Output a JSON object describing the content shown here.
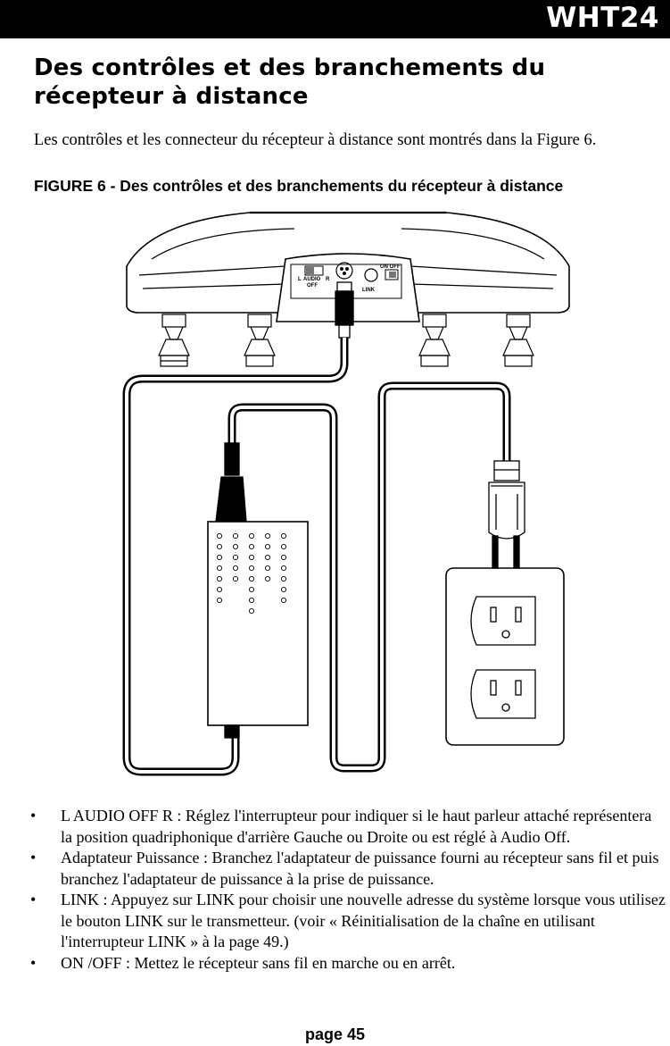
{
  "header": {
    "model": "WHT24"
  },
  "title": "Des contrôles et des branchements du récepteur à distance",
  "intro": "Les contrôles et les connecteur du récepteur à distance sont montrés dans la Figure 6.",
  "figure": {
    "caption": "FIGURE 6 - Des contrôles et des branchements du  récepteur à distance",
    "labels": {
      "left": "L",
      "audio": "AUDIO",
      "off": "OFF",
      "right": "R",
      "on_off": "ON OFF",
      "link": "LINK"
    }
  },
  "bullets": [
    "L AUDIO OFF R : Réglez l'interrupteur pour indiquer si le haut parleur attaché représentera la position quadriphonique d'arrière Gauche ou Droite ou est réglé à Audio Off.",
    "Adaptateur Puissance : Branchez l'adaptateur de puissance fourni au récepteur sans fil et puis branchez l'adaptateur de puissance à la prise de puissance.",
    "LINK : Appuyez sur LINK pour choisir une nouvelle adresse du système lorsque vous utilisez le bouton LINK sur le transmetteur. (voir « Réinitialisation de la chaîne en utilisant l'interrupteur LINK  » à la page 49.)",
    "ON /OFF : Mettez le récepteur sans fil en marche ou en arrêt."
  ],
  "footer": {
    "page": "page 45"
  }
}
